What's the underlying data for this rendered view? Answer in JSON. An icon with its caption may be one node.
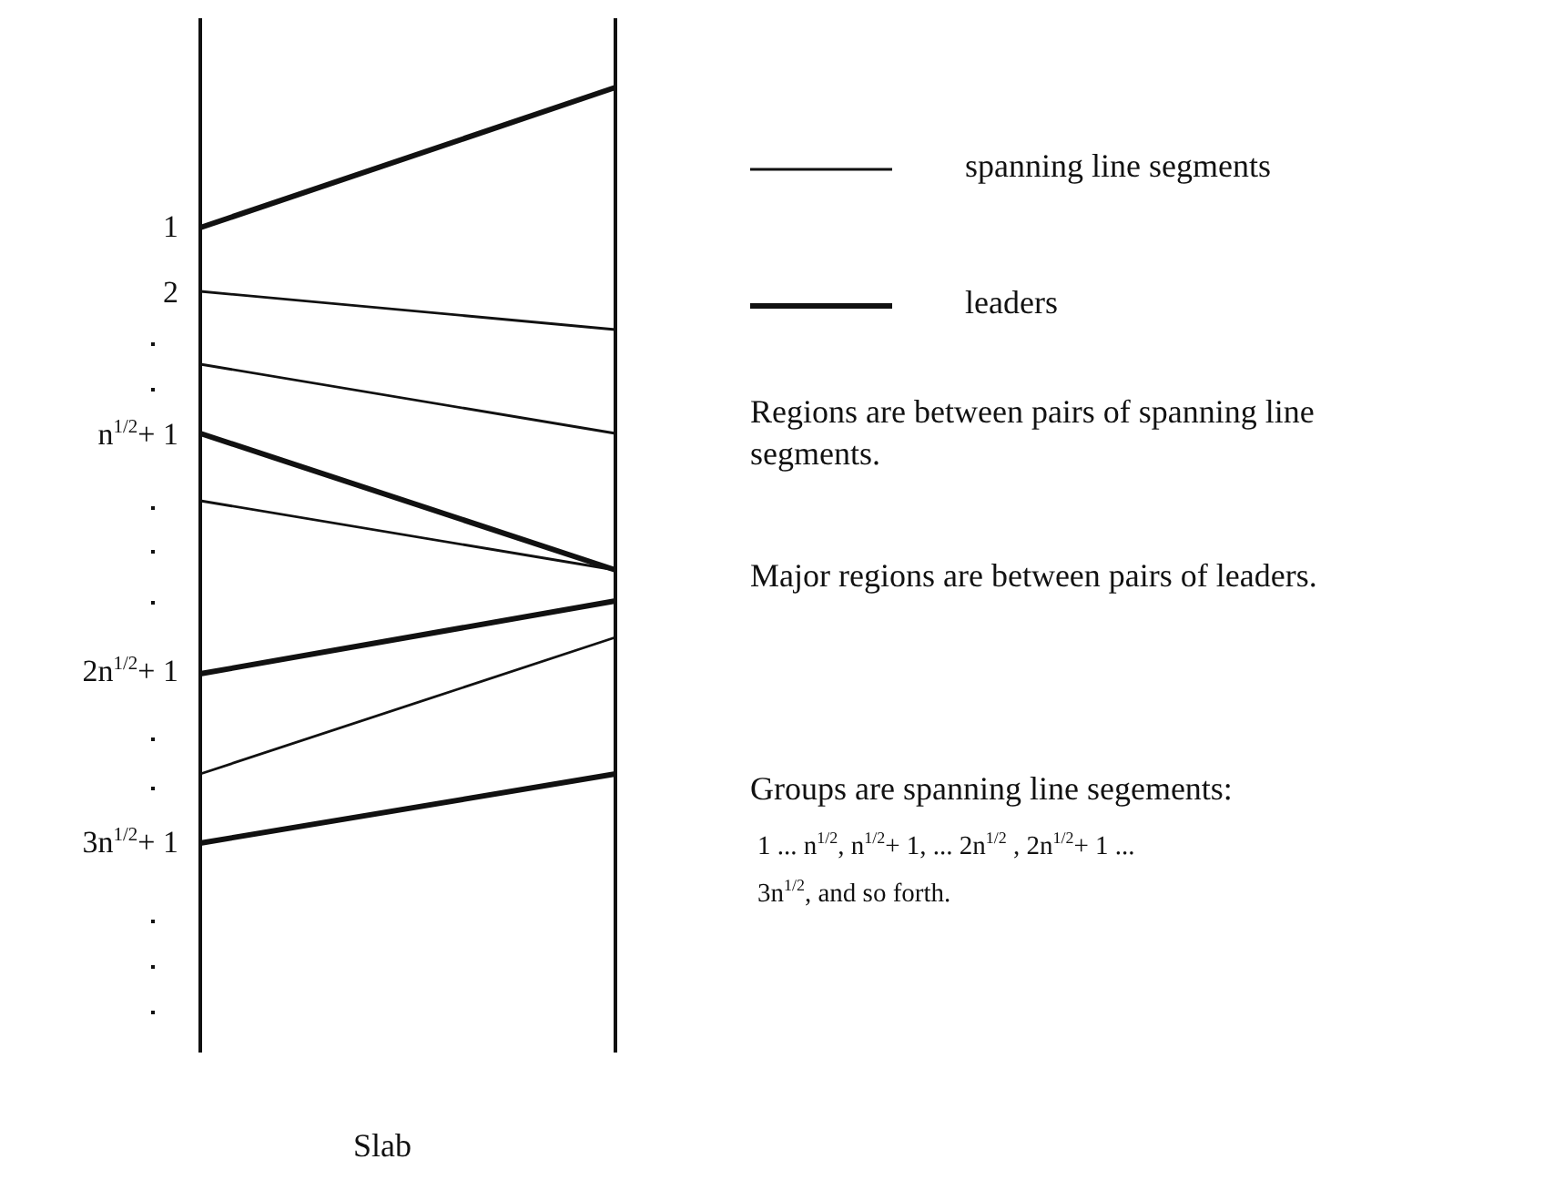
{
  "diagram": {
    "caption": "Slab",
    "labels": [
      "1",
      "2",
      "n$^{1/2}$+ 1",
      "2n$^{1/2}$+ 1",
      "3n$^{1/2}$+ 1",
      "Regions are between pairs of spanning line segments.",
      "Major regions are between pairs of leaders.",
      "Groups are spanning line segements:",
      "1 ... n$^{1/2}$, n$^{1/2}$+ 1, ... 2n$^{1/2}$ , 2n$^{1/2}$+ 1 ... 3n$^{1/2}$, and so forth."
    ],
    "legend": [
      {
        "text": "spanning line segments"
      },
      {
        "text": "leaders"
      }
    ]
  }
}
